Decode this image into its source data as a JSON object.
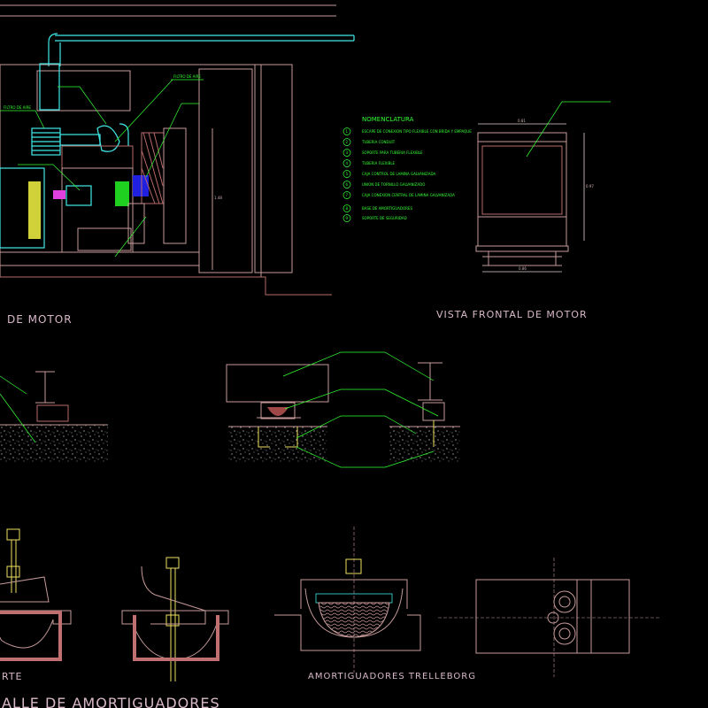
{
  "titles": {
    "motor_side": "DE MOTOR",
    "motor_front": "VISTA FRONTAL DE MOTOR",
    "support": "RTE",
    "trelleborg": "AMORTIGUADORES TRELLEBORG",
    "detail": "ALLE DE AMORTIGUADORES"
  },
  "nomenclature": {
    "heading": "NOMENCLATURA",
    "items": [
      {
        "num": "1",
        "text": "ESCAPE DE CONEXION TIPO FLEXIBLE CON BRIDA Y EMPAQUE"
      },
      {
        "num": "2",
        "text": "TUBERIA CONDUIT"
      },
      {
        "num": "3",
        "text": "SOPORTE PARA TUBERIA FLEXIBLE"
      },
      {
        "num": "4",
        "text": "TUBERIA FLEXIBLE"
      },
      {
        "num": "5",
        "text": "CAJA CONTROL DE LAMINA GALVANIZADA"
      },
      {
        "num": "6",
        "text": "UNION DE TORNILLO GALVANIZADO"
      },
      {
        "num": "7",
        "text": "CAJA CONEXION CENTRAL DE LAMINA GALVANIZADA"
      },
      {
        "num": "8",
        "text": "BASE DE AMORTIGUADORES"
      },
      {
        "num": "9",
        "text": "SOPORTE DE SEGURIDAD"
      }
    ]
  },
  "labels": {
    "air_filter_right": "FILTRO DE AIRE",
    "air_filter_left": "FILTRO DE AIRE",
    "dimension_height": "1.48",
    "front_width": "0.81",
    "front_height": "0.97",
    "front_base": "0.86"
  },
  "colors": {
    "background": "#000000",
    "lines": "#c89a9a",
    "piping": "#40e8e8",
    "leaders": "#33ff33",
    "bolts": "#f0e060"
  }
}
